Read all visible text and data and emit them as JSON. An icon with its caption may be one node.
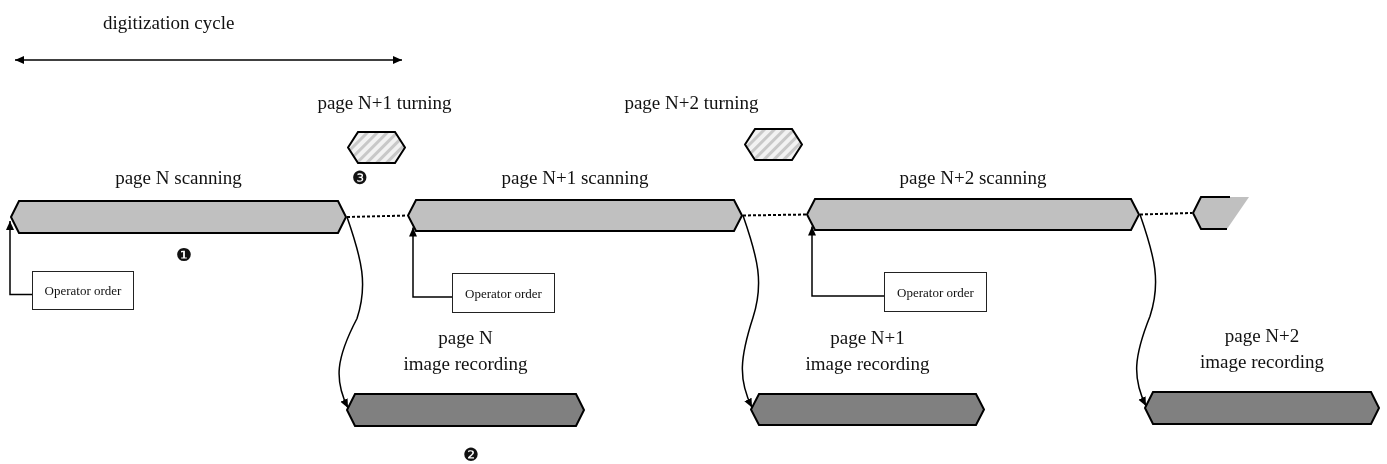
{
  "diagram": {
    "nodes": [
      {
        "text": [
          "page N+1 turning"
        ],
        "beside": [
          "❸"
        ]
      },
      {
        "text": [
          "page N+2 turning"
        ]
      },
      {
        "text": [
          "page N scanning"
        ],
        "beside": [
          "❶"
        ]
      },
      {
        "text": [
          "page N+1 scanning"
        ]
      },
      {
        "text": [
          "page N+2 scanning"
        ]
      },
      {
        "text": [],
        "shape": "bar"
      },
      {
        "text": [
          "Operator order"
        ]
      },
      {
        "text": [
          "Operator order"
        ]
      },
      {
        "text": [
          "Operator order"
        ]
      },
      {
        "text": [
          "page N image recording"
        ],
        "beside": [
          "❷"
        ]
      },
      {
        "text": [
          "page N+1 image recording"
        ]
      },
      {
        "text": [
          "page N+2 image recording"
        ]
      }
    ],
    "edges": [
      {
        "from": 2,
        "to": 3,
        "arrow": "none",
        "style": "dashed"
      },
      {
        "from": 3,
        "to": 4,
        "arrow": "none",
        "style": "dashed"
      },
      {
        "from": 4,
        "to": 5,
        "arrow": "none",
        "style": "dashed"
      },
      {
        "from": 6,
        "to": 2,
        "arrow": "to"
      },
      {
        "from": 7,
        "to": 3,
        "arrow": "to"
      },
      {
        "from": 8,
        "to": 4,
        "arrow": "to"
      },
      {
        "from": 2,
        "to": 9,
        "arrow": "to"
      },
      {
        "from": 3,
        "to": 10,
        "arrow": "to"
      },
      {
        "from": 4,
        "to": 11,
        "arrow": "to"
      }
    ],
    "labels": [
      "digitization cycle"
    ]
  }
}
